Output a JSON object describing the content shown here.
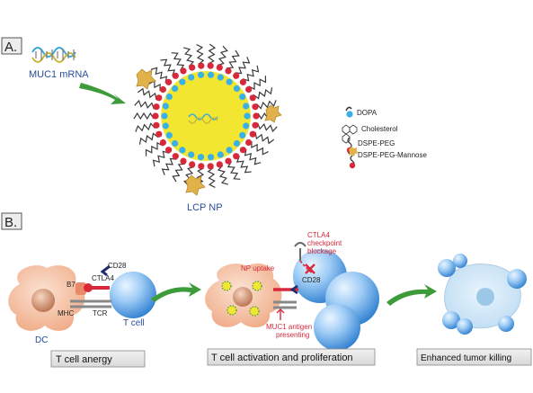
{
  "panel_a": {
    "letter": "A.",
    "mrna_label": "MUC1 mRNA",
    "np_label": "LCP NP",
    "legend": [
      {
        "icon": "dopa-icon",
        "label": "DOPA"
      },
      {
        "icon": "cholesterol-icon",
        "label": "Cholesterol"
      },
      {
        "icon": "dspe-peg-icon",
        "label": "DSPE-PEG"
      },
      {
        "icon": "dspe-peg-mannose-icon",
        "label": "DSPE-PEG-Mannose"
      }
    ]
  },
  "panel_b": {
    "letter": "B.",
    "dc_label": "DC",
    "b7_label": "B7",
    "mhc_label": "MHC",
    "ctla4_label": "CTLA4",
    "cd28_label": "CD28",
    "tcr_label": "TCR",
    "tcell_label": "T cell",
    "np_uptake_label": "NP uptake",
    "cd28_label_2": "CD28",
    "ctla4_block_line1": "CTLA4",
    "ctla4_block_line2": "checkpoint",
    "ctla4_block_line3": "blockage",
    "muc1_line1": "MUC1 antigen",
    "muc1_line2": "presenting",
    "caption_1": "T cell anergy",
    "caption_2": "T cell activation and proliferation",
    "caption_3": "Enhanced tumor killing"
  },
  "colors": {
    "core_yellow": "#F2E631",
    "dopa_blue": "#39B0E6",
    "lipid_red": "#D8293B",
    "dc_orange": "#F3B596",
    "tcell_blue": "#6FB2EC",
    "arrow_green": "#3E9B3A",
    "text_blue": "#2A4D9C",
    "text_red": "#D8293B",
    "caption_bg": "#E6E6E6"
  }
}
